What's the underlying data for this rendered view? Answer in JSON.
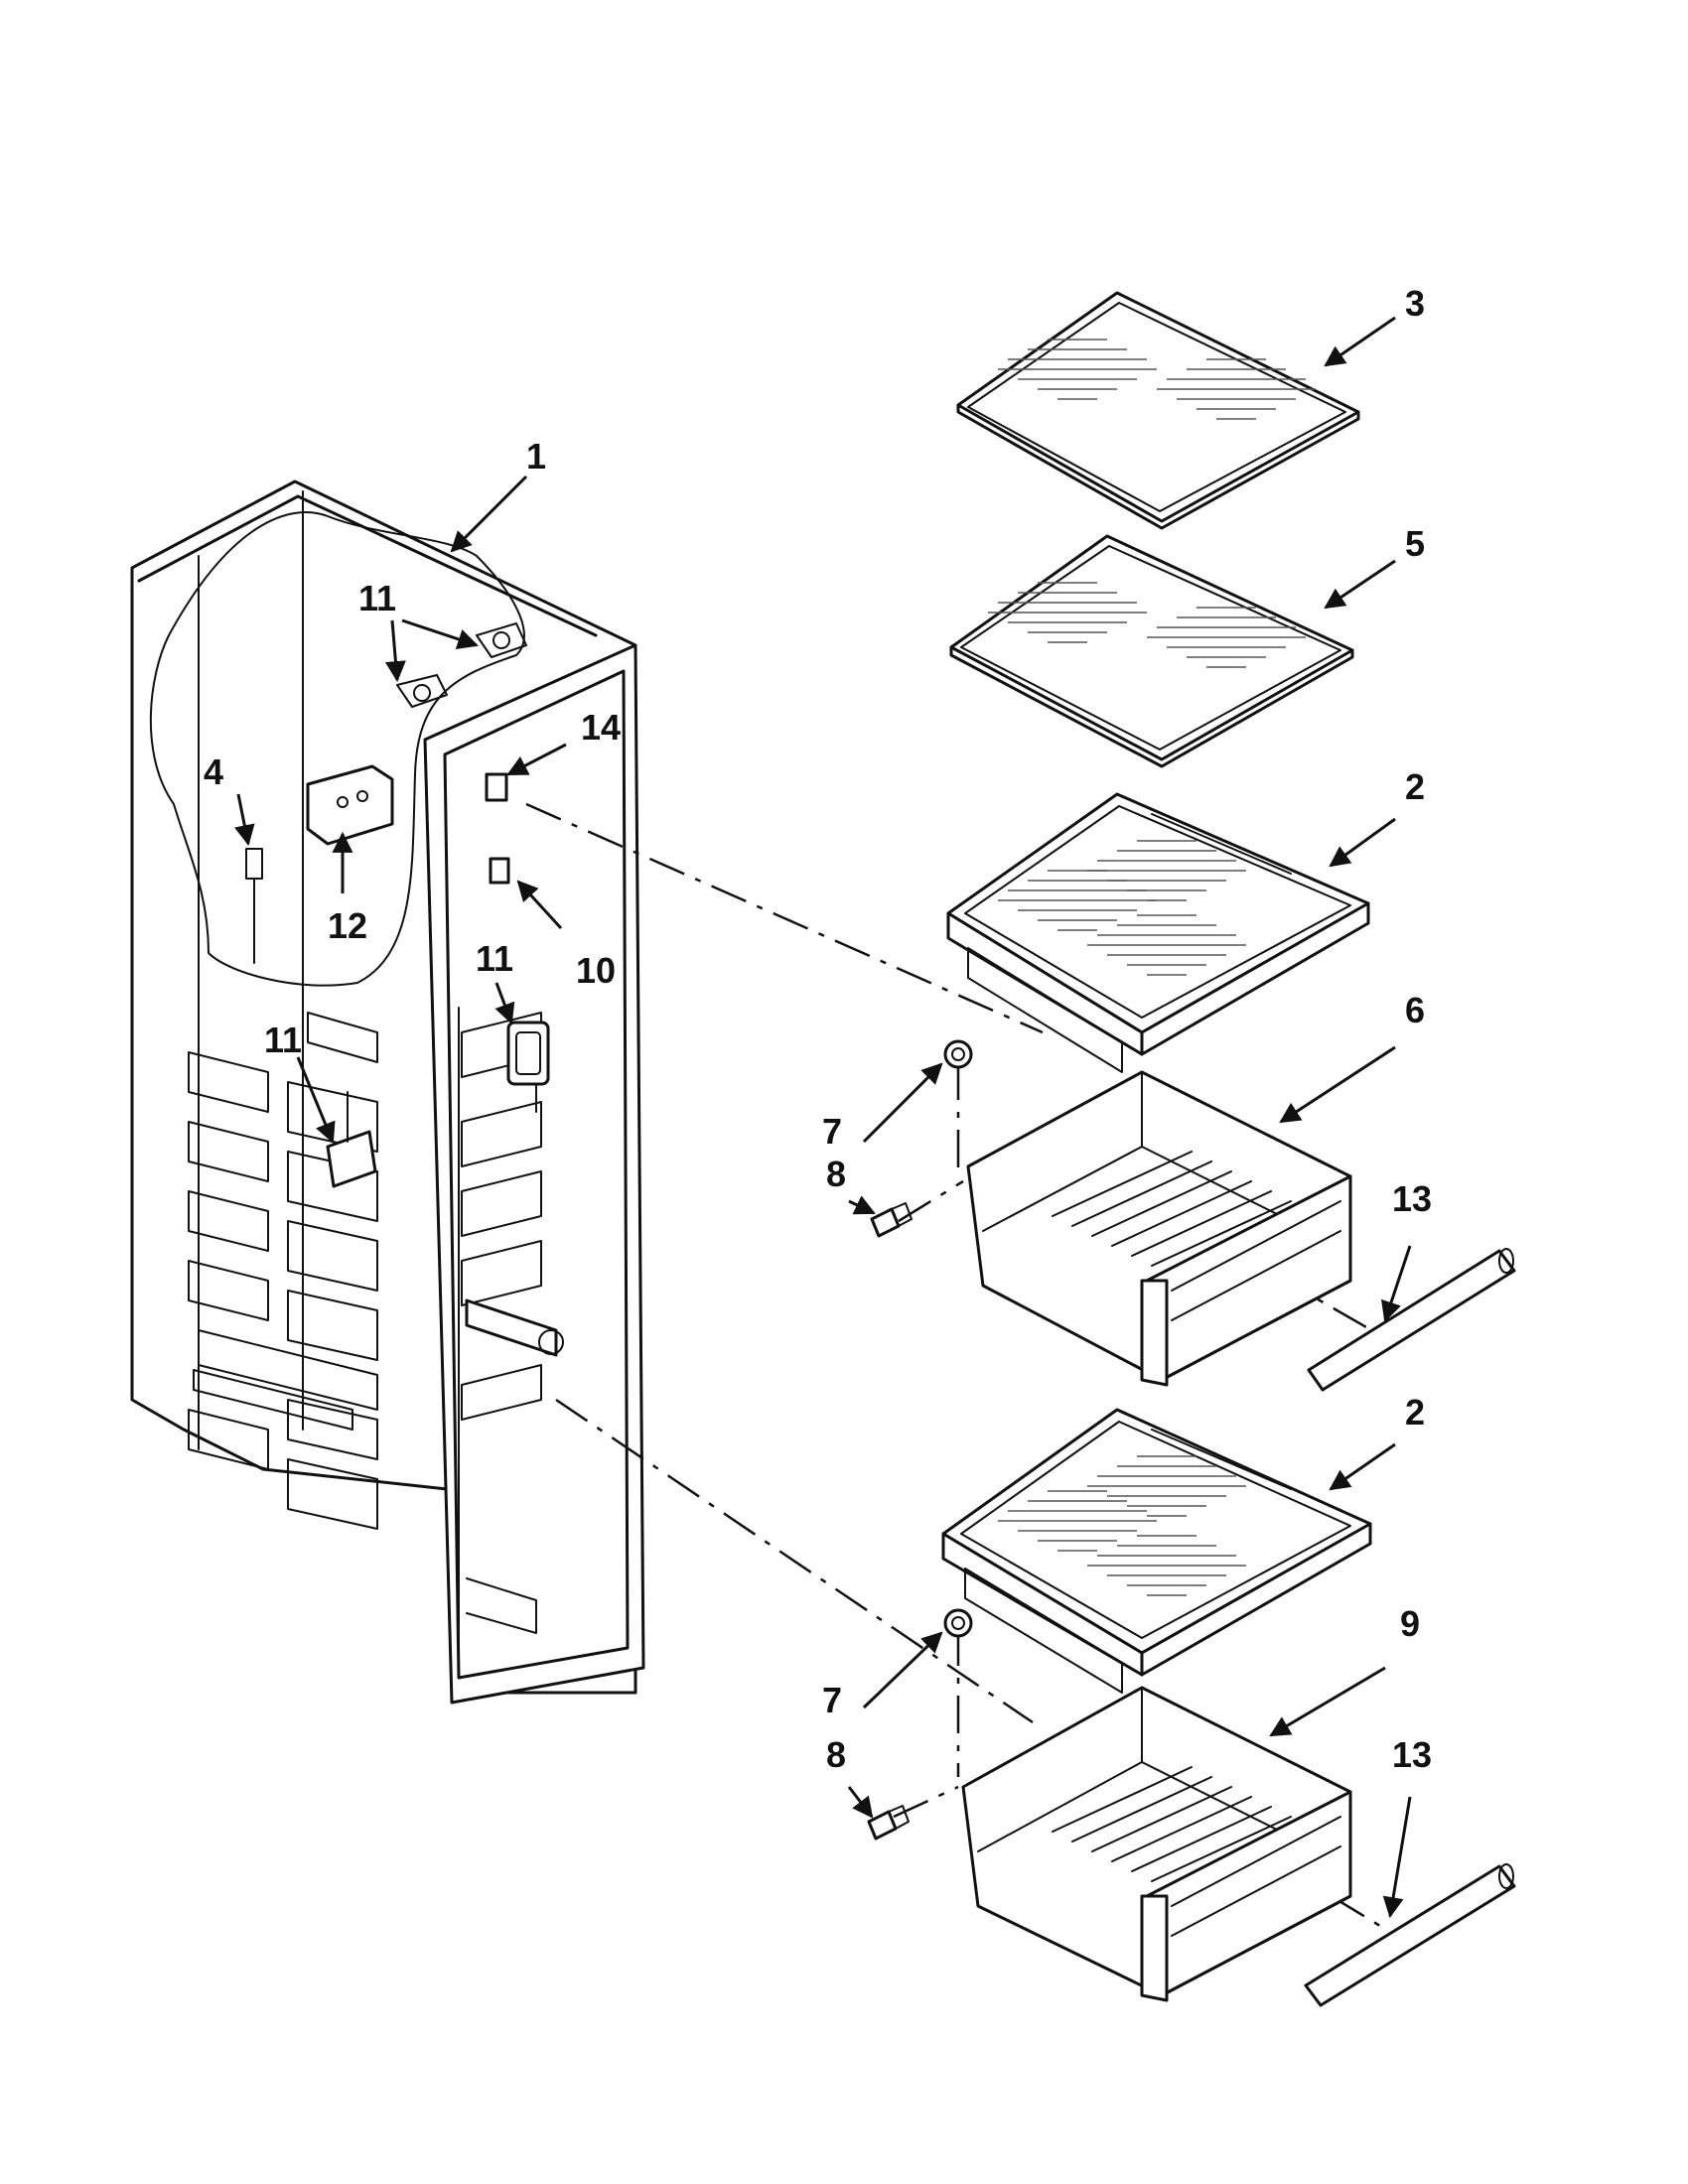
{
  "callouts": {
    "c1": "1",
    "c2a": "2",
    "c2b": "2",
    "c3": "3",
    "c4": "4",
    "c5": "5",
    "c6": "6",
    "c7a": "7",
    "c7b": "7",
    "c8a": "8",
    "c8b": "8",
    "c9": "9",
    "c10": "10",
    "c11a": "11",
    "c11b": "11",
    "c11c": "11",
    "c12": "12",
    "c13a": "13",
    "c13b": "13",
    "c14": "14"
  }
}
